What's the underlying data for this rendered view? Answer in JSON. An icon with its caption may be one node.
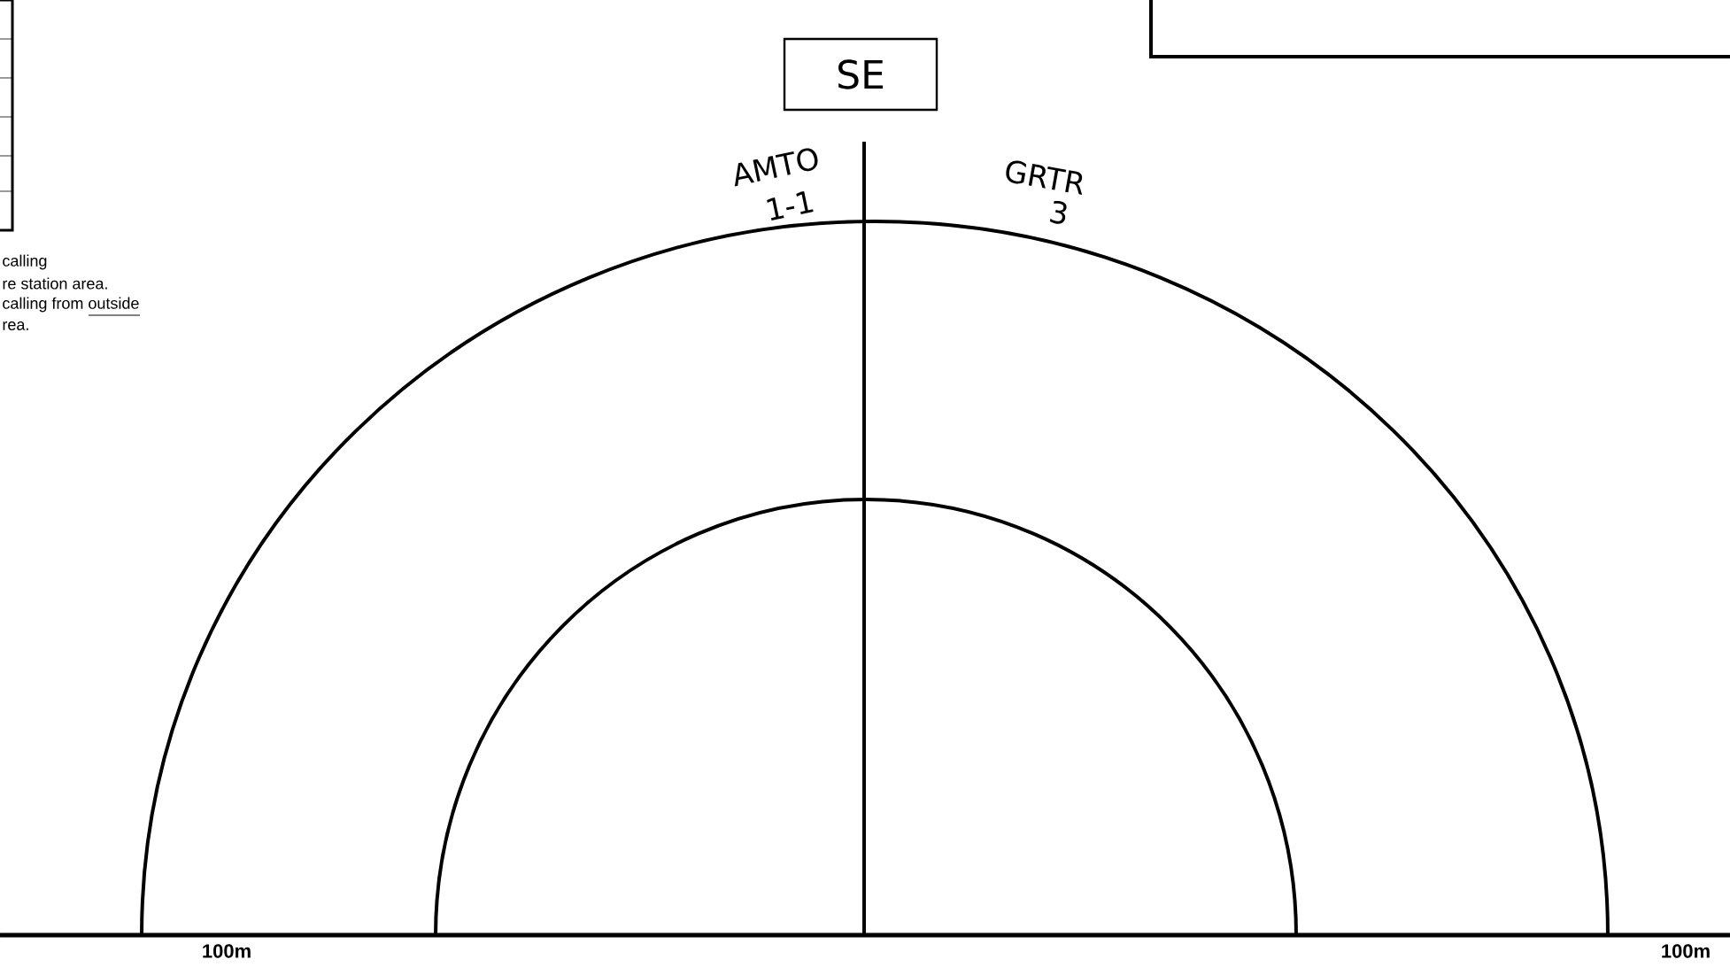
{
  "diagram": {
    "nodes": [
      {
        "text": [
          "SE"
        ]
      }
    ],
    "labels": [
      "calling",
      "re station area.",
      "calling from outside",
      "rea.",
      "AMTO",
      "1-1",
      "GRTR",
      "3",
      "100m",
      "100m"
    ]
  }
}
